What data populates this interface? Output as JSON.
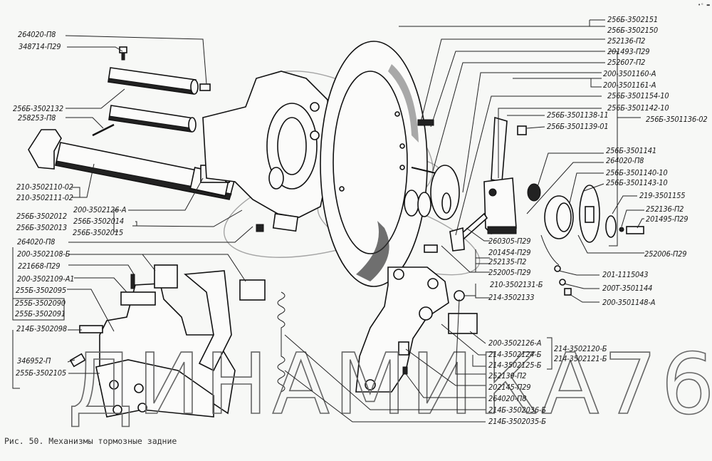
{
  "figure": {
    "caption": "Рис. 50. Механизмы тормозные задние",
    "watermark": "ДИНАМИКА76",
    "corner_mark": "•ᵉ ▬"
  },
  "labels": {
    "left": [
      "264020-П8",
      "348714-П29",
      "256Б-3502132",
      "258253-П8",
      "210-3502110-02",
      "210-3502111-02",
      "256Б-3502012",
      "256Б-3502013",
      "264020-П8",
      "200-3502108-Б",
      "221668-П29",
      "200-3502109-А1",
      "255Б-3502095",
      "255Б-3502090",
      "255Б-3502091",
      "214Б-3502098",
      "346952-П",
      "255Б-3502105"
    ],
    "center_left": [
      "200-3502126-А",
      "256Б-3502014",
      "256Б-3502015"
    ],
    "right_top": [
      "256Б-3502151",
      "256Б-3502150",
      "252136-П2",
      "201493-П29",
      "252607-П2",
      "200-3501160-А",
      "200-3501161-А",
      "256Б-3501154-10",
      "256Б-3501142-10",
      "256Б-3501138-11",
      "256Б-3501139-01",
      "256Б-3501136-02",
      "256Б-3501141",
      "264020-П8",
      "256Б-3501140-10",
      "256Б-3501143-10",
      "219-3501155",
      "252136-П2",
      "201495-П29",
      "252006-П29",
      "201-1115043",
      "200Т-3501144",
      "200-3501148-А"
    ],
    "center_right": [
      "260305-П29",
      "201454-П29",
      "252135-П2",
      "252005-П29",
      "210-3502131-Б",
      "214-3502133"
    ],
    "bottom_right": [
      "200-3502126-А",
      "214-3502124-Б",
      "214-3502125-Б",
      "214-3502120-Б",
      "214-3502121-Б",
      "252139-П2",
      "202145-П29",
      "264020-П8",
      "214Б-3502036-Б",
      "214Б-3502035-Б"
    ]
  },
  "colors": {
    "background": "#f7f8f6",
    "ink": "#111111",
    "watermark": "#666666"
  }
}
